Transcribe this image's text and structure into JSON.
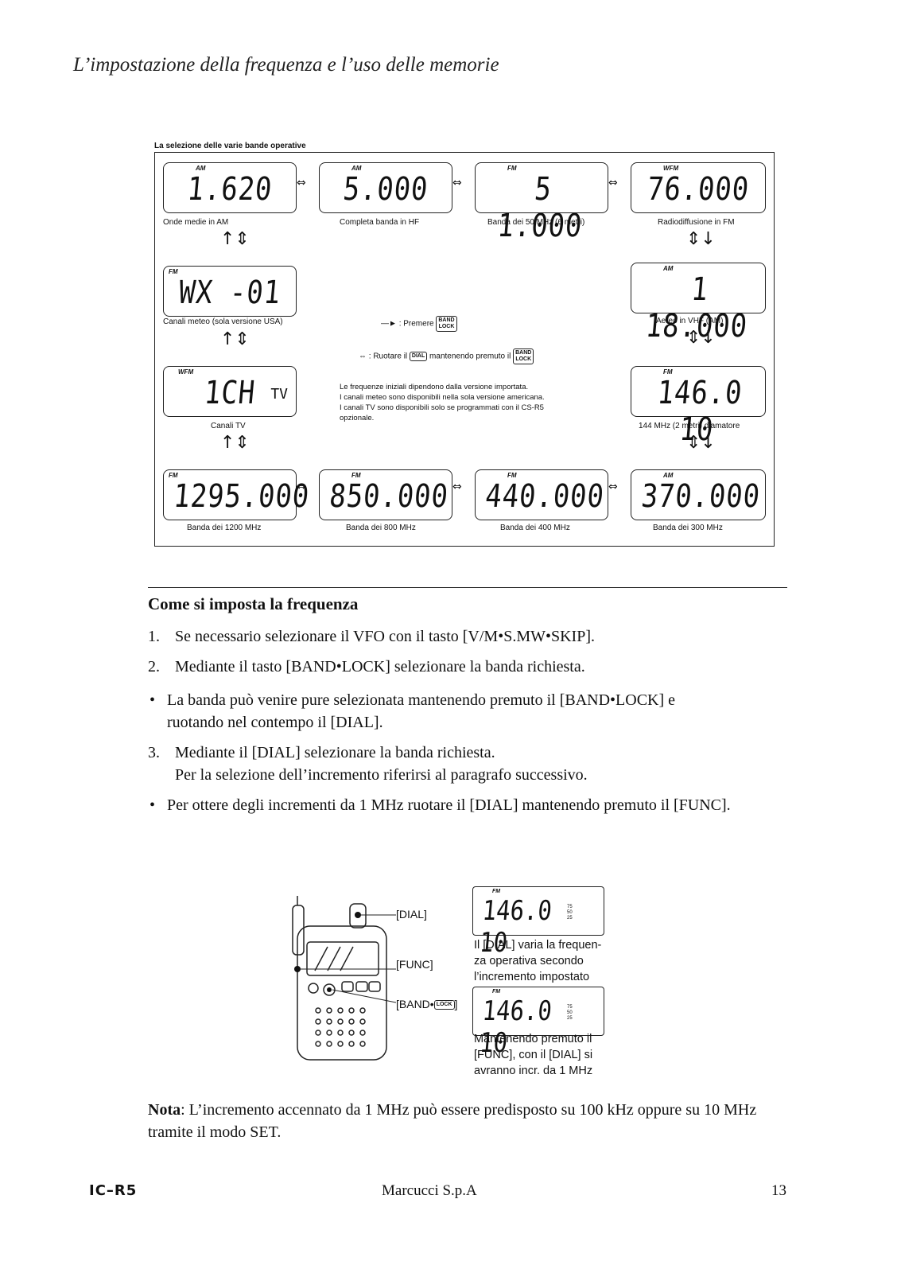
{
  "header": {
    "title": "L’impostazione della frequenza e l’uso delle memorie"
  },
  "diagram": {
    "caption": "La selezione delle varie bande operative",
    "lcds": [
      {
        "id": "am-mw",
        "mode": "AM",
        "digits": "1.620",
        "label": "Onde medie in AM"
      },
      {
        "id": "am-hf",
        "mode": "AM",
        "digits": "5.000",
        "label": "Completa banda in HF"
      },
      {
        "id": "fm-50",
        "mode": "FM",
        "digits": "5 1.000",
        "label": "Banda dei 50 MHz (6 metri)"
      },
      {
        "id": "wfm-fm",
        "mode": "WFM",
        "digits": "76.000",
        "label": "Radiodiffusione in FM"
      },
      {
        "id": "fm-wx",
        "mode": "FM",
        "digits": "WX -01",
        "label": "Canali meteo (sola versione USA)"
      },
      {
        "id": "am-vhf",
        "mode": "AM",
        "digits": "1 18.000",
        "label": "Aereo in VHF (AM)"
      },
      {
        "id": "wfm-tv",
        "mode": "WFM",
        "digits": "1CH",
        "side": "TV",
        "label": "Canali TV"
      },
      {
        "id": "fm-144",
        "mode": "FM",
        "digits": "146.0 10",
        "label": "144 MHz (2 metri) d’amatore"
      },
      {
        "id": "fm-1200",
        "mode": "FM",
        "digits": "1295.000",
        "label": "Banda dei 1200 MHz"
      },
      {
        "id": "fm-800",
        "mode": "FM",
        "digits": "850.000",
        "label": "Banda dei 800 MHz"
      },
      {
        "id": "fm-400",
        "mode": "FM",
        "digits": "440.000",
        "label": "Banda dei 400 MHz"
      },
      {
        "id": "am-300",
        "mode": "AM",
        "digits": "370.000",
        "label": "Banda dei 300 MHz"
      }
    ],
    "legend": {
      "premere_label": ": Premere",
      "ruotare_label": ": Ruotare il",
      "mantenendo_label": "mantenendo premuto il",
      "key_band": "BAND",
      "key_lock": "LOCK",
      "dial_key": "DIAL"
    },
    "notes": [
      "Le frequenze iniziali dipendono dalla versione importata.",
      "I canali meteo sono disponibili nella sola versione americana.",
      "I canali TV sono disponibili solo se programmati con il CS-R5",
      "opzionale."
    ]
  },
  "section": {
    "heading": "Come si imposta la frequenza",
    "steps": [
      {
        "num": "1.",
        "text": "Se necessario selezionare il VFO con il tasto [V/M•S.MW•SKIP]."
      },
      {
        "num": "2.",
        "text": "Mediante il tasto [BAND•LOCK] selezionare la banda richiesta."
      },
      {
        "num": "•",
        "text": "La banda può venire pure selezionata mantenendo premuto il [BAND•LOCK] e\nruotando nel contempo il [DIAL]."
      },
      {
        "num": "3.",
        "text": "Mediante il [DIAL] selezionare la banda richiesta.\nPer la selezione dell’incremento riferirsi al paragrafo successivo."
      },
      {
        "num": "•",
        "text": "Per ottere degli incrementi da 1 MHz ruotare il [DIAL] mantenendo premuto il [FUNC]."
      }
    ]
  },
  "figure": {
    "callouts": {
      "dial": "[DIAL]",
      "func": "[FUNC]",
      "band": "[BAND•",
      "lock": "LOCK",
      "band_close": "]"
    },
    "lcd1": {
      "mode": "FM",
      "digits": "146.0 10",
      "small": "75\n50\n25",
      "caption": "Il [DIAL] varia la frequen-\nza operativa secondo\nl’incremento impostato"
    },
    "lcd2": {
      "mode": "FM",
      "digits": "146.0 10",
      "small": "75\n50\n25",
      "caption": "Mantenendo premuto il\n[FUNC], con il [DIAL] si\navranno incr. da 1 MHz"
    }
  },
  "note": {
    "label": "Nota",
    "text": ": L’incremento accennato da 1 MHz può essere predisposto su 100 kHz oppure su 10 MHz tramite il modo SET."
  },
  "footer": {
    "model": "IC–R5",
    "company": "Marcucci S.p.A",
    "page": "13"
  }
}
